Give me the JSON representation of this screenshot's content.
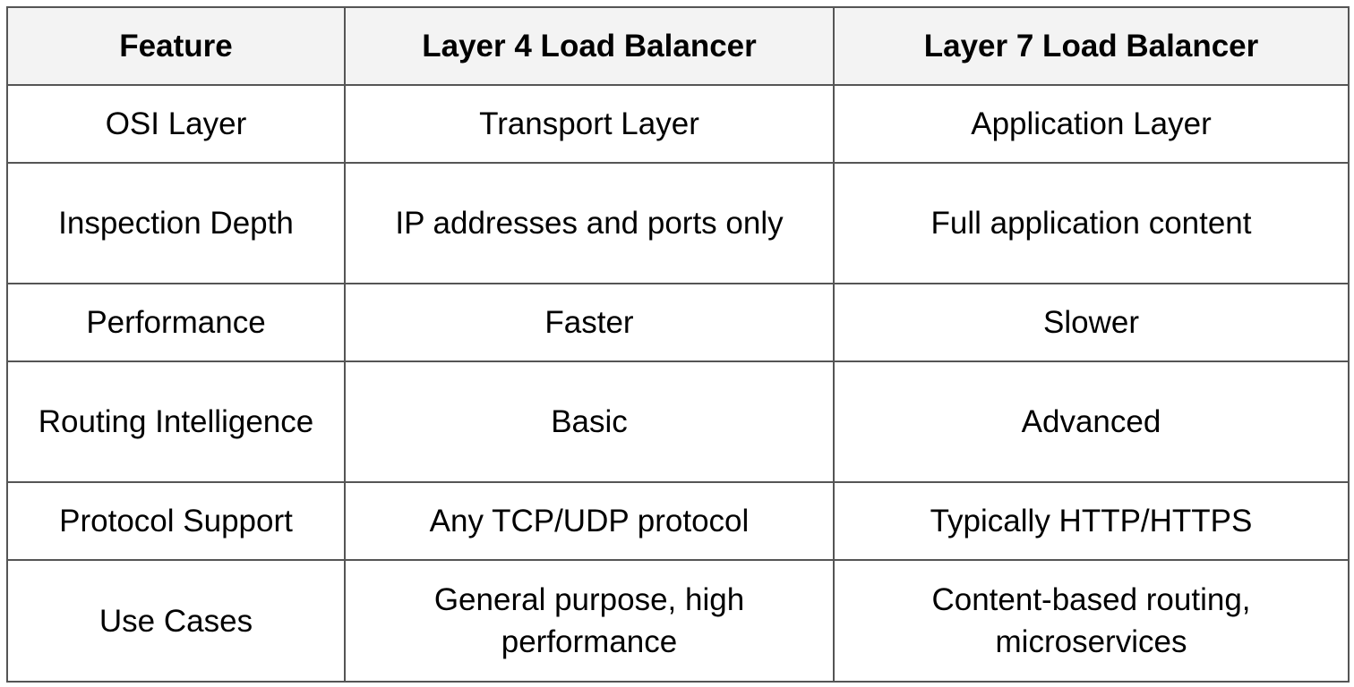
{
  "table": {
    "headers": [
      "Feature",
      "Layer 4 Load Balancer",
      "Layer 7 Load Balancer"
    ],
    "rows": [
      [
        "OSI Layer",
        "Transport Layer",
        "Application Layer"
      ],
      [
        "Inspection Depth",
        "IP addresses and ports only",
        "Full application content"
      ],
      [
        "Performance",
        "Faster",
        "Slower"
      ],
      [
        "Routing Intelligence",
        "Basic",
        "Advanced"
      ],
      [
        "Protocol Support",
        "Any TCP/UDP protocol",
        "Typically HTTP/HTTPS"
      ],
      [
        "Use Cases",
        "General purpose, high performance",
        "Content-based routing, microservices"
      ]
    ]
  },
  "colors": {
    "border": "#555555",
    "header_background": "#f3f3f3",
    "text": "#000000"
  }
}
